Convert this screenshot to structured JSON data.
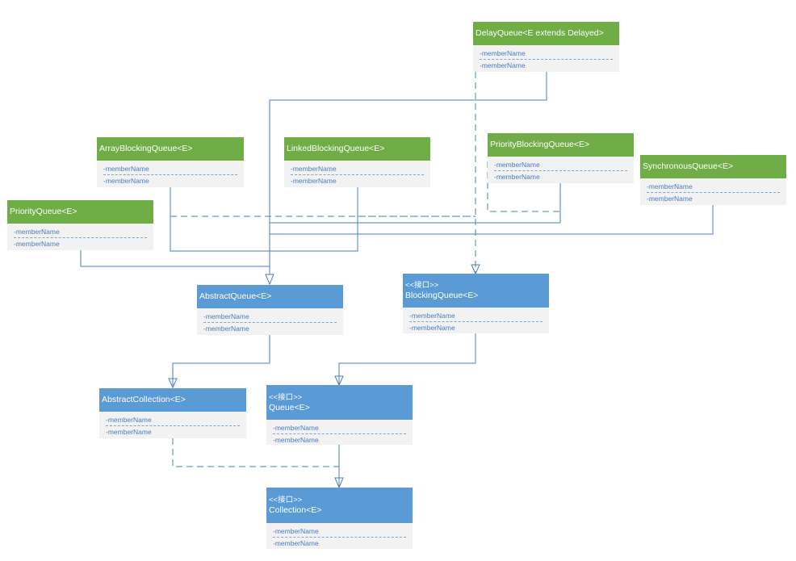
{
  "colors": {
    "interface_header": "#5b9bd5",
    "class_header": "#70ad47",
    "body": "#f2f2f2",
    "member_text": "#4a7ebb",
    "connector": "#4a7ebb"
  },
  "classes": {
    "delay_queue": {
      "name": "DelayQueue<E extends Delayed>",
      "members": [
        "-memberName",
        "-memberName"
      ]
    },
    "array_blocking_queue": {
      "name": "ArrayBlockingQueue<E>",
      "members": [
        "-memberName",
        "-memberName"
      ]
    },
    "linked_blocking_queue": {
      "name": "LinkedBlockingQueue<E>",
      "members": [
        "-memberName",
        "-memberName"
      ]
    },
    "priority_blocking_queue": {
      "name": "PriorityBlockingQueue<E>",
      "members": [
        "-memberName",
        "-memberName"
      ]
    },
    "synchronous_queue": {
      "name": "SynchronousQueue<E>",
      "members": [
        "-memberName",
        "-memberName"
      ]
    },
    "priority_queue": {
      "name": "PriorityQueue<E>",
      "members": [
        "-memberName",
        "-memberName"
      ]
    },
    "abstract_queue": {
      "name": "AbstractQueue<E>",
      "members": [
        "-memberName",
        "-memberName"
      ]
    },
    "blocking_queue": {
      "stereotype": "<<接口>>",
      "name": "BlockingQueue<E>",
      "members": [
        "-memberName",
        "-memberName"
      ]
    },
    "abstract_collection": {
      "name": "AbstractCollection<E>",
      "members": [
        "-memberName",
        "-memberName"
      ]
    },
    "queue": {
      "stereotype": "<<接口>>",
      "name": "Queue<E>",
      "members": [
        "-memberName",
        "-memberName"
      ]
    },
    "collection": {
      "stereotype": "<<接口>>",
      "name": "Collection<E>",
      "members": [
        "-memberName",
        "-memberName"
      ]
    }
  }
}
